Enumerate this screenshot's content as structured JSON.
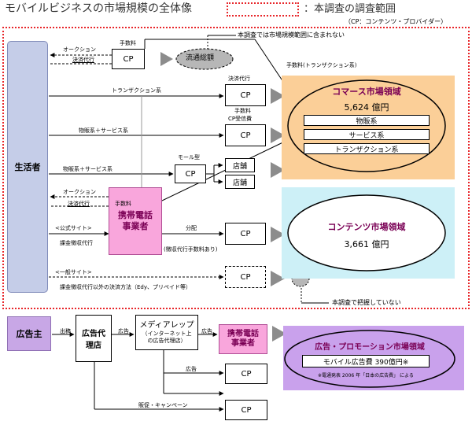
{
  "header": {
    "title": "モバイルビジネスの市場規模の全体像",
    "legend_label": "：本調査の調査範囲",
    "cp_note": "（CP：コンテンツ・プロバイダー）"
  },
  "actors": {
    "consumer": "生活者",
    "advertiser": "広告主",
    "carrier": [
      "携帯電話",
      "事業者"
    ],
    "carrier2": [
      "携帯電話",
      "事業者"
    ],
    "ad_agency": [
      "広告代",
      "理店"
    ],
    "media_rep": "メディアレップ",
    "media_rep_sub": [
      "（インターネット上",
      "の広告代理店）"
    ]
  },
  "cp": "CP",
  "store": "店舗",
  "distribution": "流通総額",
  "markets": {
    "commerce": {
      "title": "コマース市場領域",
      "value": "5,624 億円",
      "items": [
        "物販系",
        "サービス系",
        "トランザクション系"
      ]
    },
    "content": {
      "title": "コンテンツ市場領域",
      "value": "3,661 億円"
    },
    "ad": {
      "title": "広告・プロモーション市場領域",
      "value": "モバイル広告費 390億円※",
      "footnote": "※電通発表 2006 年「日本の広告費」 による"
    }
  },
  "labels": {
    "out_of_scope": "本調査では市場規模範囲に含まれない",
    "fee_trans": "手数料(トランザクション系)",
    "fee": "手数料",
    "auction": "オークション",
    "settlement": "決済代行",
    "transaction": "トランザクション系",
    "payment_agency": "決済代行",
    "fee_cp": [
      "手数料",
      "CP受信費"
    ],
    "goods_service": "物販系＋サービス系",
    "goods_service2": "物販系＋サービス系",
    "mall": "モール型",
    "official_site": "<公式サイト>",
    "billing_agency": "課金徴収代行",
    "distribute": "分配",
    "billing_fee": "(徴収代行手数料あり)",
    "general_site": "<一般サイト>",
    "other_payment": "課金徴収代行以外の決済方法（Edy、プリペイド等）",
    "not_captured": "本調査で把握していない",
    "placement": "出稿",
    "ad": "広告",
    "ad2": "広告",
    "ad3": "広告",
    "promo": "販促・キャンペーン"
  }
}
